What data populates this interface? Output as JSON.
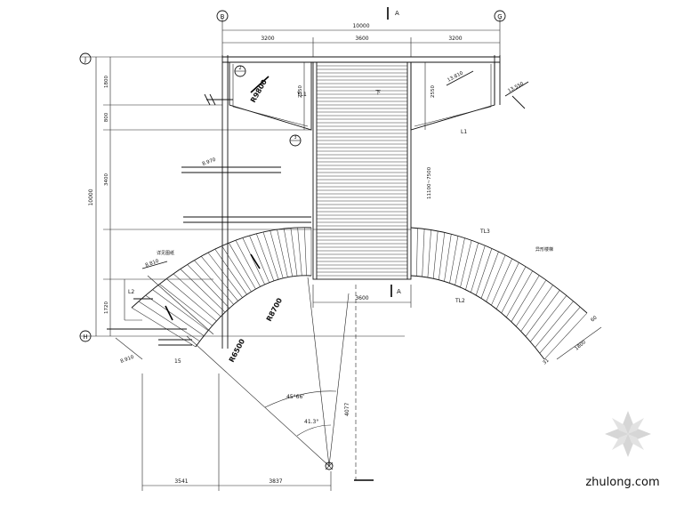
{
  "grid_axes": {
    "left_top": "J",
    "left_bottom": "H",
    "top_left": "B",
    "top_right": "G"
  },
  "section_marks": {
    "top": "A",
    "bottom": "A"
  },
  "dims_top": {
    "overall": "10000",
    "left": "3200",
    "center": "3600",
    "right": "3200"
  },
  "dims_left": {
    "overall": "10000",
    "seg1": "1800",
    "seg2": "800",
    "seg3": "3400",
    "seg4": "1720"
  },
  "stair": {
    "upper_elev_label": "11100~7500",
    "down_arrow": "下",
    "dim_bottom": "3600",
    "dim_side_left": "2550",
    "dim_side_right": "2550"
  },
  "radii": {
    "r_top": "R9800",
    "r_inner": "R8700",
    "r_outer": "R6500"
  },
  "labels": {
    "tl1": "TL1",
    "tl2": "TL2",
    "tl3": "TL3",
    "l1": "L1",
    "l2": "L2",
    "elev1": "13.810",
    "elev2": "13.550",
    "elev3": "8.970",
    "elev4": "8.810",
    "elev5": "8.910",
    "note_left": "详见图纸",
    "note_right": "异形楼梯",
    "angle1": "45°66'",
    "angle2": "41.3°",
    "dim_v": "4077",
    "dim_b1": "3541",
    "dim_b2": "3837",
    "dim_r1": "60",
    "dim_r2": "1800",
    "dim_r3": "31",
    "circle1": "2",
    "circle2": "3",
    "label_15": "15"
  },
  "watermark": {
    "text": "zhulong.com"
  }
}
